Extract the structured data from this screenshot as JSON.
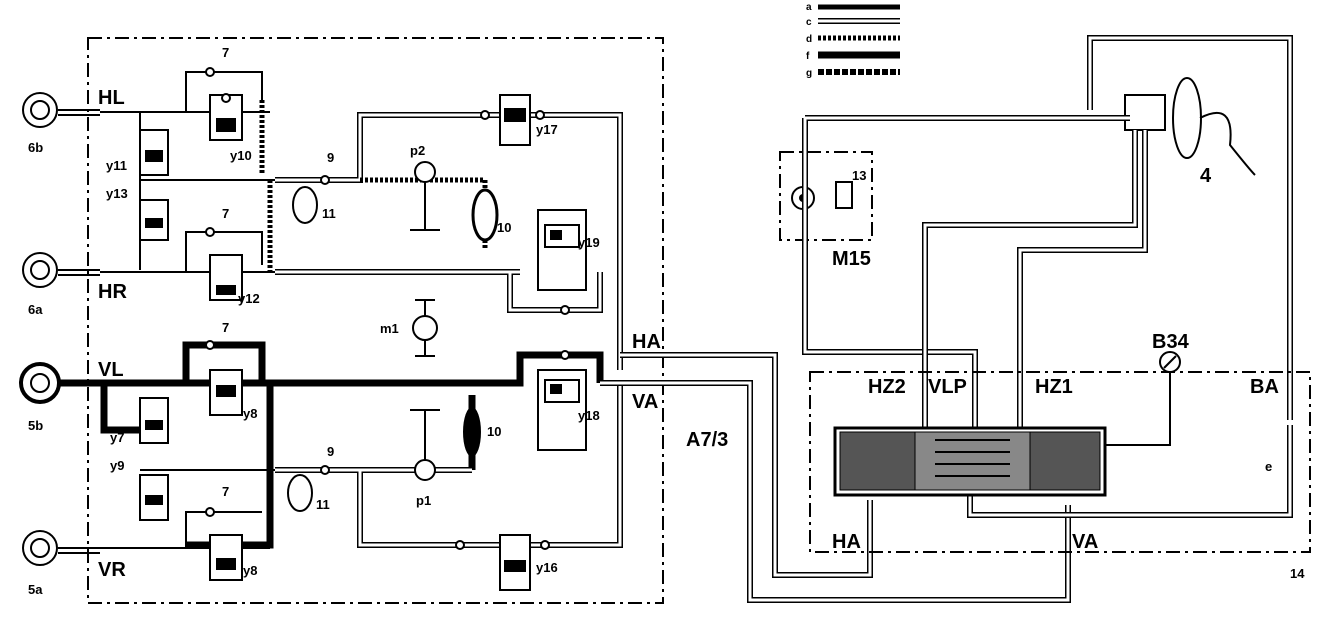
{
  "labels": {
    "HL": "HL",
    "HR": "HR",
    "VL": "VL",
    "VR": "VR",
    "w6b": "6b",
    "w6a": "6a",
    "w5b": "5b",
    "w5a": "5a",
    "y10": "y10",
    "y11": "y11",
    "y13": "y13",
    "y12": "y12",
    "y7": "y7",
    "y9": "y9",
    "y8a": "y8",
    "y8b": "y8",
    "y17": "y17",
    "y19": "y19",
    "y18": "y18",
    "y16": "y16",
    "n7a": "7",
    "n7b": "7",
    "n7c": "7",
    "n7d": "7",
    "n9a": "9",
    "n9b": "9",
    "n11a": "11",
    "n11b": "11",
    "n10a": "10",
    "n10b": "10",
    "p2": "p2",
    "p1": "p1",
    "m1": "m1",
    "HA1": "HA",
    "VA1": "VA",
    "A73": "A7/3",
    "M15": "M15",
    "n13": "13",
    "n4": "4",
    "B34": "B34",
    "HZ2": "HZ2",
    "VLP": "VLP",
    "HZ1": "HZ1",
    "BA": "BA",
    "HA2": "HA",
    "VA2": "VA",
    "n14": "14",
    "ec": "e",
    "legend_a": "a",
    "legend_c": "c",
    "legend_d": "d",
    "legend_f": "f",
    "legend_g": "g"
  }
}
